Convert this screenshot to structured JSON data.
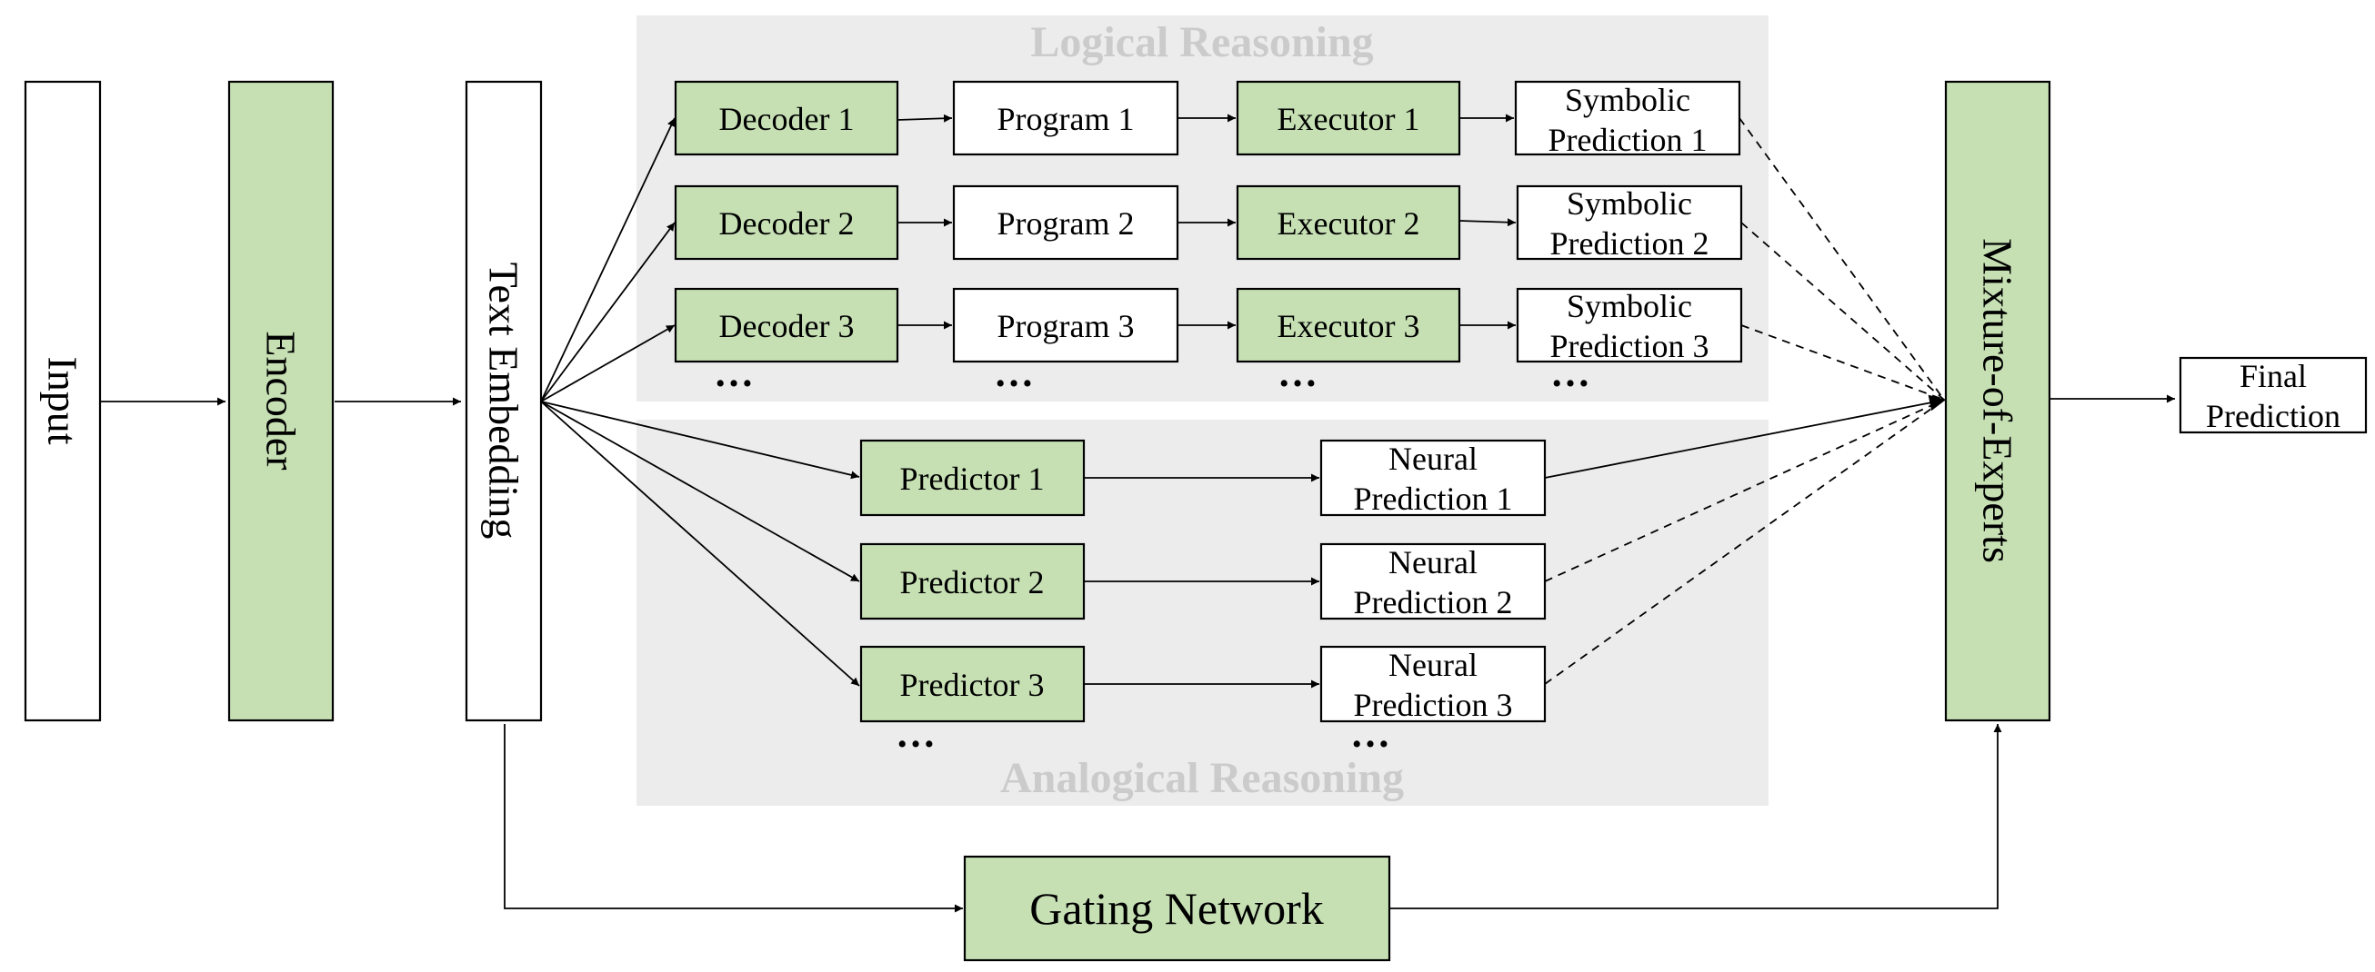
{
  "panels": {
    "logical": "Logical Reasoning",
    "analogical": "Analogical Reasoning"
  },
  "nodes": {
    "input": "Input",
    "encoder": "Encoder",
    "text_embedding": "Text Embedding",
    "decoder_1": "Decoder 1",
    "decoder_2": "Decoder 2",
    "decoder_3": "Decoder 3",
    "program_1": "Program 1",
    "program_2": "Program 2",
    "program_3": "Program 3",
    "executor_1": "Executor 1",
    "executor_2": "Executor 2",
    "executor_3": "Executor 3",
    "symbolic_1": [
      "Symbolic",
      "Prediction 1"
    ],
    "symbolic_2": [
      "Symbolic",
      "Prediction 2"
    ],
    "symbolic_3": [
      "Symbolic",
      "Prediction 3"
    ],
    "predictor_1": "Predictor 1",
    "predictor_2": "Predictor 2",
    "predictor_3": "Predictor 3",
    "neural_1": [
      "Neural",
      "Prediction 1"
    ],
    "neural_2": [
      "Neural",
      "Prediction 2"
    ],
    "neural_3": [
      "Neural",
      "Prediction 3"
    ],
    "mixture": "Mixture-of-Experts",
    "final": [
      "Final",
      "Prediction"
    ],
    "gating": "Gating Network"
  },
  "ellipsis": "…",
  "colors": {
    "module_fill": "#c6e0b4",
    "panel_fill": "#ececec",
    "panel_title": "#cbcbcb",
    "stroke": "#000000"
  }
}
